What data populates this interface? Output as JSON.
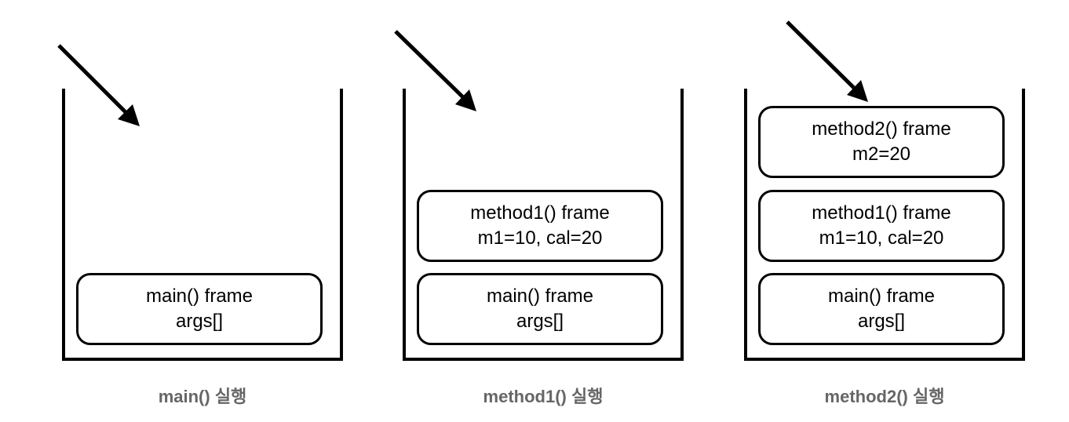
{
  "diagram": {
    "colors": {
      "stroke": "#000000",
      "caption": "#666666",
      "background": "#ffffff"
    },
    "stacks": [
      {
        "caption": "main() 실행",
        "frames": [
          {
            "title": "main() frame",
            "vars": "args[]"
          }
        ]
      },
      {
        "caption": "method1() 실행",
        "frames": [
          {
            "title": "method1() frame",
            "vars": "m1=10, cal=20"
          },
          {
            "title": "main() frame",
            "vars": "args[]"
          }
        ]
      },
      {
        "caption": "method2() 실행",
        "frames": [
          {
            "title": "method2() frame",
            "vars": "m2=20"
          },
          {
            "title": "method1() frame",
            "vars": "m1=10, cal=20"
          },
          {
            "title": "main() frame",
            "vars": "args[]"
          }
        ]
      }
    ]
  }
}
